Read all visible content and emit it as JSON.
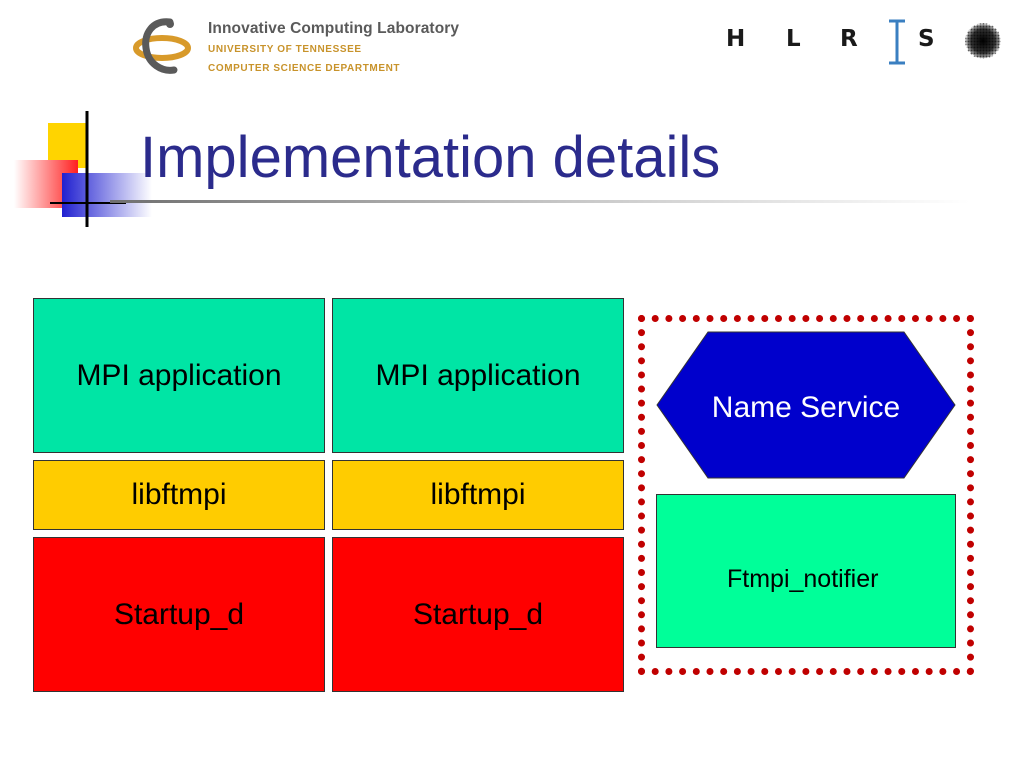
{
  "header": {
    "org_line_1": "Innovative Computing Laboratory",
    "org_line_2": "UNIVERSITY OF TENNESSEE",
    "org_line_3": "COMPUTER SCIENCE DEPARTMENT",
    "partner_letters": [
      "H",
      "L",
      "R",
      "S"
    ]
  },
  "slide": {
    "title": "Implementation details"
  },
  "diagram": {
    "columns": [
      {
        "app": "MPI application",
        "lib": "libftmpi",
        "startup": "Startup_d"
      },
      {
        "app": "MPI application",
        "lib": "libftmpi",
        "startup": "Startup_d"
      }
    ],
    "service_group": {
      "name_service": "Name Service",
      "notifier": "Ftmpi_notifier"
    }
  },
  "colors": {
    "title": "#2b2b8c",
    "app_box": "#00e5a5",
    "lib_box": "#ffcc00",
    "startup_box": "#ff0000",
    "name_service": "#0000cc",
    "notifier_box": "#00ff99",
    "frame_dots": "#c00000"
  }
}
